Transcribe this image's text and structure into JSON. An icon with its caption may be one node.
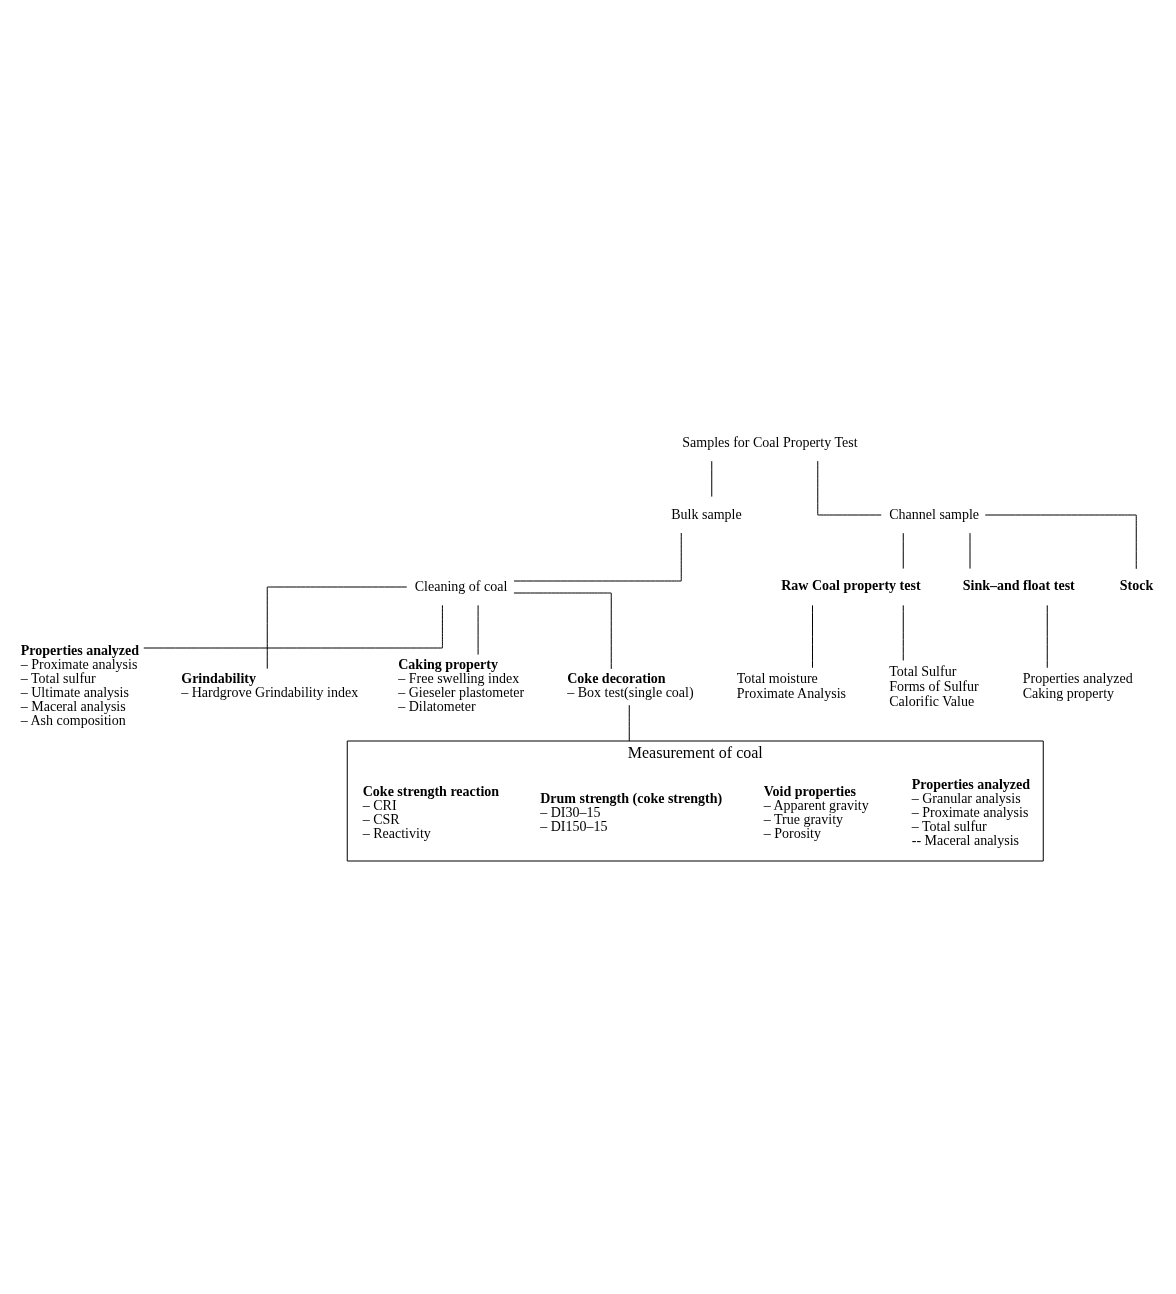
{
  "diagram": {
    "nodes": [
      {
        "text": [
          "Samples for Coal Property Test"
        ]
      },
      {
        "text": [
          "Bulk sample"
        ]
      },
      {
        "text": [
          "Channel sample"
        ]
      },
      {
        "text": [
          "Cleaning of coal"
        ]
      },
      {
        "text": [
          "Properties analyzed",
          "– Proximate analysis",
          "– Total sulfur",
          "– Ultimate analysis",
          "– Maceral analysis",
          "– Ash composition"
        ]
      },
      {
        "text": [
          "Grindability",
          "– Hardgrove Grindability index"
        ]
      },
      {
        "text": [
          "Caking property",
          "– Free swelling index",
          "– Gieseler plastometer",
          "– Dilatometer"
        ]
      },
      {
        "text": [
          "Coke decoration",
          "– Box test(single coal)"
        ]
      },
      {
        "text": [
          "Measurement of coal"
        ]
      },
      {
        "text": [
          "Properties analyzed",
          "– Granular analysis",
          "– Proximate analysis",
          "– Total sulfur",
          "-- Maceral analysis"
        ],
        "in": 8
      },
      {
        "text": [
          "Void properties",
          "– Apparent gravity",
          "– True gravity",
          "– Porosity"
        ],
        "in": 8
      },
      {
        "text": [
          "Drum strength (coke strength)",
          "– DI30–15",
          "– DI150–15"
        ],
        "in": 8
      },
      {
        "text": [
          "Coke strength reaction",
          "– CRI",
          "– CSR",
          "– Reactivity"
        ],
        "in": 8
      },
      {
        "text": [
          "Raw Coal property test"
        ]
      },
      {
        "text": [
          "Sink–and float test"
        ]
      },
      {
        "text": [
          "Stock"
        ]
      },
      {
        "text": [
          "Total moisture",
          "Proximate Analysis"
        ]
      },
      {
        "text": [
          "Total Sulfur",
          "Forms of Sulfur",
          "Calorific Value"
        ]
      },
      {
        "text": [
          "Properties analyzed",
          "Caking property"
        ]
      }
    ],
    "edges": [
      {
        "from": 0,
        "to": 1,
        "arrow": "none"
      },
      {
        "from": 0,
        "to": 2,
        "arrow": "none"
      },
      {
        "from": 1,
        "to": 3,
        "arrow": "none"
      },
      {
        "from": 3,
        "to": 4,
        "arrow": "none"
      },
      {
        "from": 3,
        "to": 5,
        "arrow": "none"
      },
      {
        "from": 3,
        "to": 6,
        "arrow": "none"
      },
      {
        "from": 3,
        "to": 7,
        "arrow": "none"
      },
      {
        "from": 7,
        "to": 8,
        "arrow": "none"
      },
      {
        "from": 2,
        "to": 13,
        "arrow": "none"
      },
      {
        "from": 2,
        "to": 14,
        "arrow": "none"
      },
      {
        "from": 2,
        "to": 15,
        "arrow": "none"
      },
      {
        "from": 13,
        "to": 16,
        "arrow": "none"
      },
      {
        "from": 13,
        "to": 17,
        "arrow": "none"
      },
      {
        "from": 14,
        "to": 18,
        "arrow": "none"
      }
    ]
  }
}
